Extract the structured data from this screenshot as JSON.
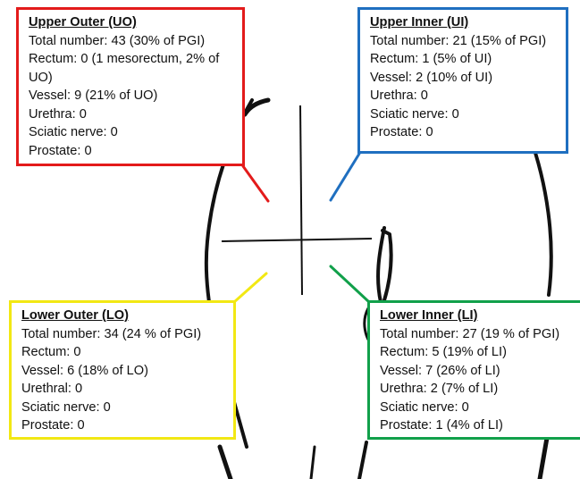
{
  "colors": {
    "upper_outer": "#e31b1b",
    "upper_inner": "#1f6fc0",
    "lower_outer": "#f2e813",
    "lower_inner": "#11a04a",
    "sketch": "#111111"
  },
  "quadrants": {
    "upper_outer": {
      "title": "Upper Outer (UO)",
      "lines": [
        "Total number: 43 (30% of PGI)",
        "Rectum:  0 (1 mesorectum, 2% of",
        "UO)",
        "Vessel: 9 (21% of UO)",
        "Urethra: 0",
        "Sciatic nerve:  0",
        "Prostate: 0"
      ]
    },
    "upper_inner": {
      "title": "Upper Inner (UI)",
      "lines": [
        "Total number: 21 (15% of PGI)",
        "Rectum:  1 (5% of UI)",
        "Vessel: 2 (10% of UI)",
        "Urethra: 0",
        "Sciatic nerve: 0",
        "Prostate: 0"
      ]
    },
    "lower_outer": {
      "title": "Lower Outer (LO)",
      "lines": [
        "Total number: 34 (24 % of PGI)",
        "Rectum: 0",
        "Vessel: 6 (18% of LO)",
        "Urethral: 0",
        "Sciatic nerve: 0",
        "Prostate: 0"
      ]
    },
    "lower_inner": {
      "title": "Lower Inner (LI)",
      "lines": [
        "Total number: 27 (19 % of PGI)",
        "Rectum: 5 (19%  of LI)",
        "Vessel: 7 (26% of LI)",
        "Urethra: 2 (7% of LI)",
        "Sciatic nerve: 0",
        "Prostate: 1 (4% of LI)"
      ]
    }
  }
}
